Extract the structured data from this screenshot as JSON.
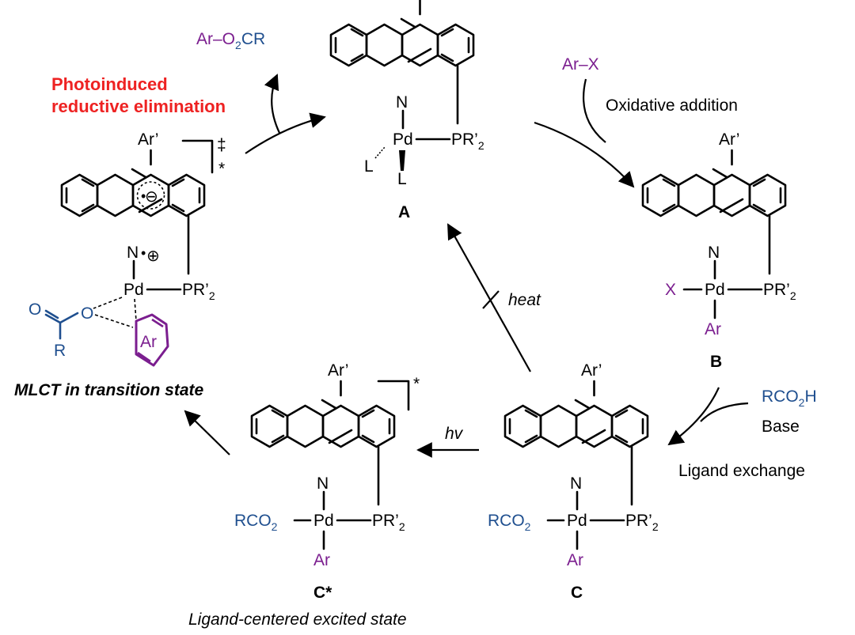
{
  "colors": {
    "black": "#000000",
    "red": "#ee2222",
    "purple": "#7b1e8f",
    "blue": "#1f4f8f"
  },
  "labels": {
    "ar_prime": "Ar’",
    "n": "N",
    "pd": "Pd",
    "pr2": "PR’",
    "sub2": "2",
    "l": "L",
    "x": "X",
    "ar": "Ar",
    "rco": "RCO",
    "o": "O",
    "r": "R",
    "radical_dot": "•",
    "minus": "⊖",
    "plus": "⊕",
    "double_dagger": "‡",
    "star": "*"
  },
  "compounds": {
    "a": "A",
    "b": "B",
    "c": "C",
    "c_star": "C*"
  },
  "reagents": {
    "ar_x": "Ar–X",
    "product_ar": "Ar–O",
    "product_sub": "2",
    "product_cr": "CR",
    "rco2h_main": "RCO",
    "rco2h_sub": "2",
    "rco2h_h": "H",
    "base": "Base"
  },
  "steps": {
    "oxidative_addition": "Oxidative addition",
    "ligand_exchange": "Ligand exchange",
    "hv": "hv",
    "heat": "heat",
    "photo_line1": "Photoinduced",
    "photo_line2": "reductive elimination",
    "mlct": "MLCT in transition state",
    "ligand_centered": "Ligand-centered excited state"
  }
}
